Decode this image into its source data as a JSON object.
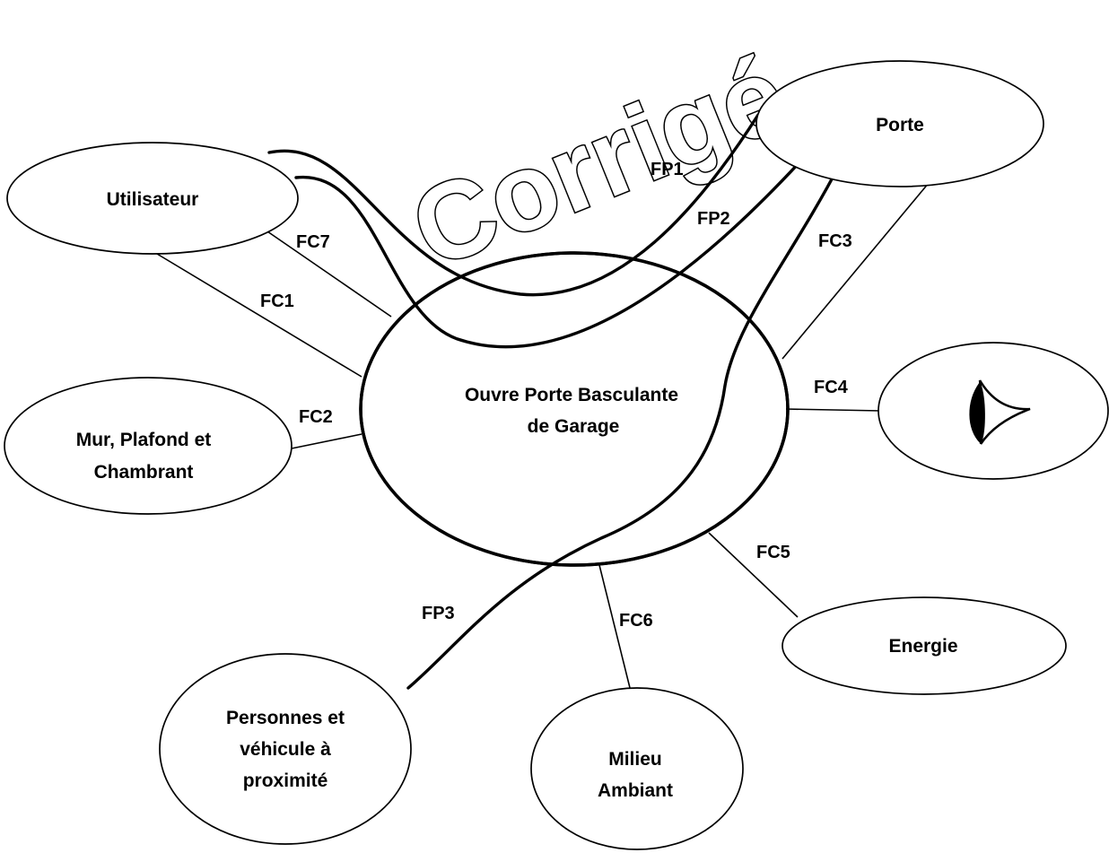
{
  "watermark": "Corrigé",
  "nodes": {
    "center": [
      "Ouvre Porte Basculante",
      "de Garage"
    ],
    "porte": [
      "Porte"
    ],
    "utilisateur": [
      "Utilisateur"
    ],
    "mur": [
      "Mur, Plafond et",
      "Chambrant"
    ],
    "energie": [
      "Energie"
    ],
    "milieu": [
      "Milieu",
      "Ambiant"
    ],
    "personnes": [
      "Personnes et",
      "véhicule à",
      "proximité"
    ],
    "oeil": []
  },
  "eye_icon": "eye-icon",
  "links": {
    "fp1": "FP1",
    "fp2": "FP2",
    "fp3": "FP3",
    "fc1": "FC1",
    "fc2": "FC2",
    "fc3": "FC3",
    "fc4": "FC4",
    "fc5": "FC5",
    "fc6": "FC6",
    "fc7": "FC7"
  }
}
